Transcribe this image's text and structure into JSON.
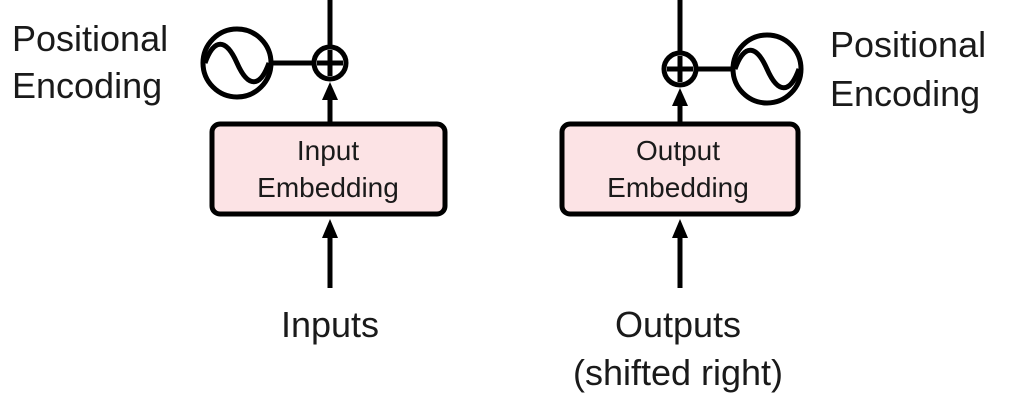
{
  "left": {
    "pos_label_line1": "Positional",
    "pos_label_line2": "Encoding",
    "box_line1": "Input",
    "box_line2": "Embedding",
    "io_line1": "Inputs"
  },
  "right": {
    "pos_label_line1": "Positional",
    "pos_label_line2": "Encoding",
    "box_line1": "Output",
    "box_line2": "Embedding",
    "io_line1": "Outputs",
    "io_line2": "(shifted right)"
  },
  "colors": {
    "embedding_fill": "#fce3e5",
    "stroke": "#000000",
    "text": "#1a1a1a"
  },
  "icons": {
    "positional_encoding": "sine-wave-icon",
    "sum": "plus-circle-icon"
  }
}
